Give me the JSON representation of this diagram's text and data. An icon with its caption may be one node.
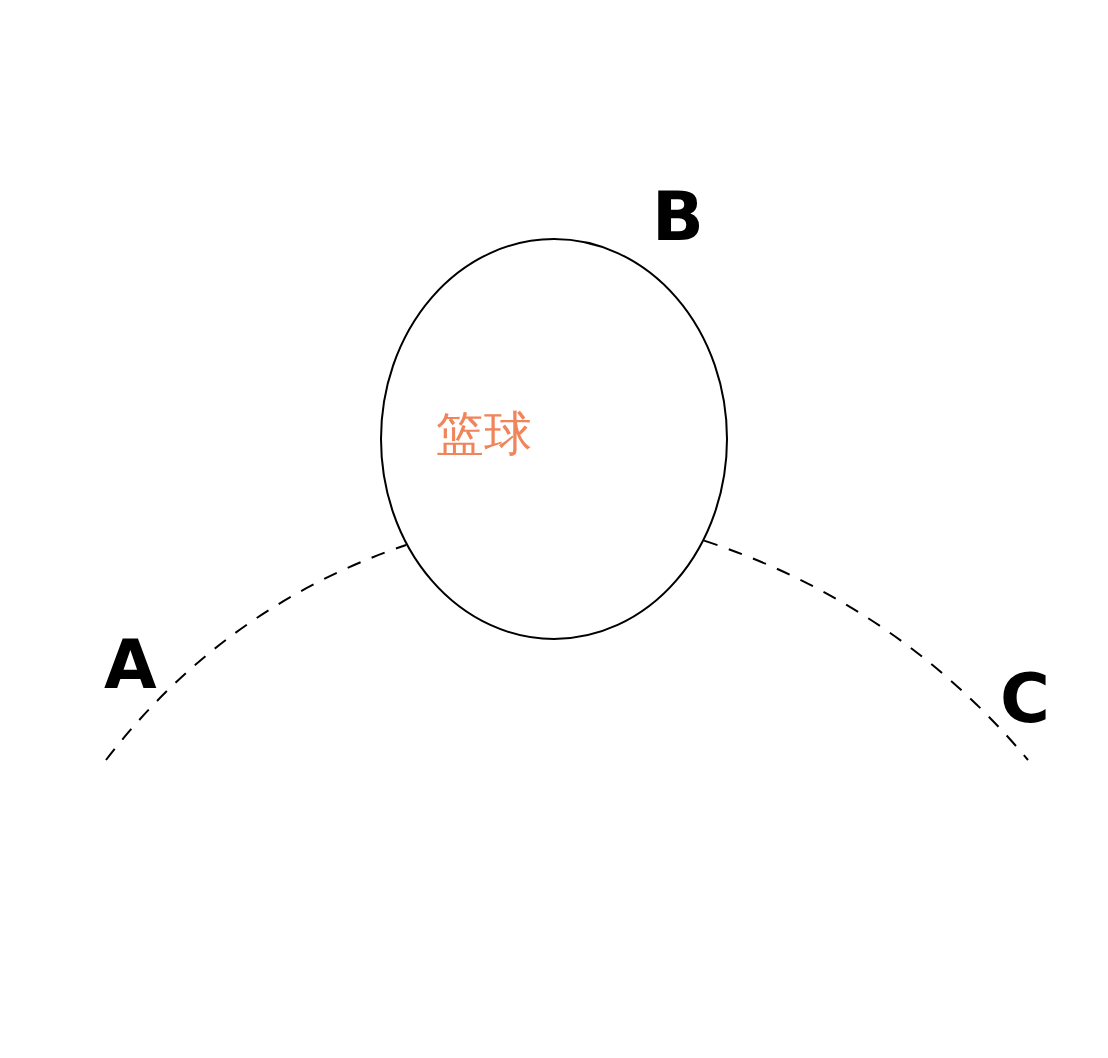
{
  "diagram": {
    "nodes": [
      {
        "text": [
          "篮球"
        ]
      },
      {
        "text": [
          "A"
        ]
      },
      {
        "text": [
          "C"
        ]
      }
    ],
    "edges": [
      {
        "from": 1,
        "to": 0,
        "arrow": "none",
        "style": "dashed"
      },
      {
        "from": 0,
        "to": 2,
        "arrow": "none",
        "style": "dashed"
      }
    ],
    "labels": [
      "B"
    ]
  }
}
